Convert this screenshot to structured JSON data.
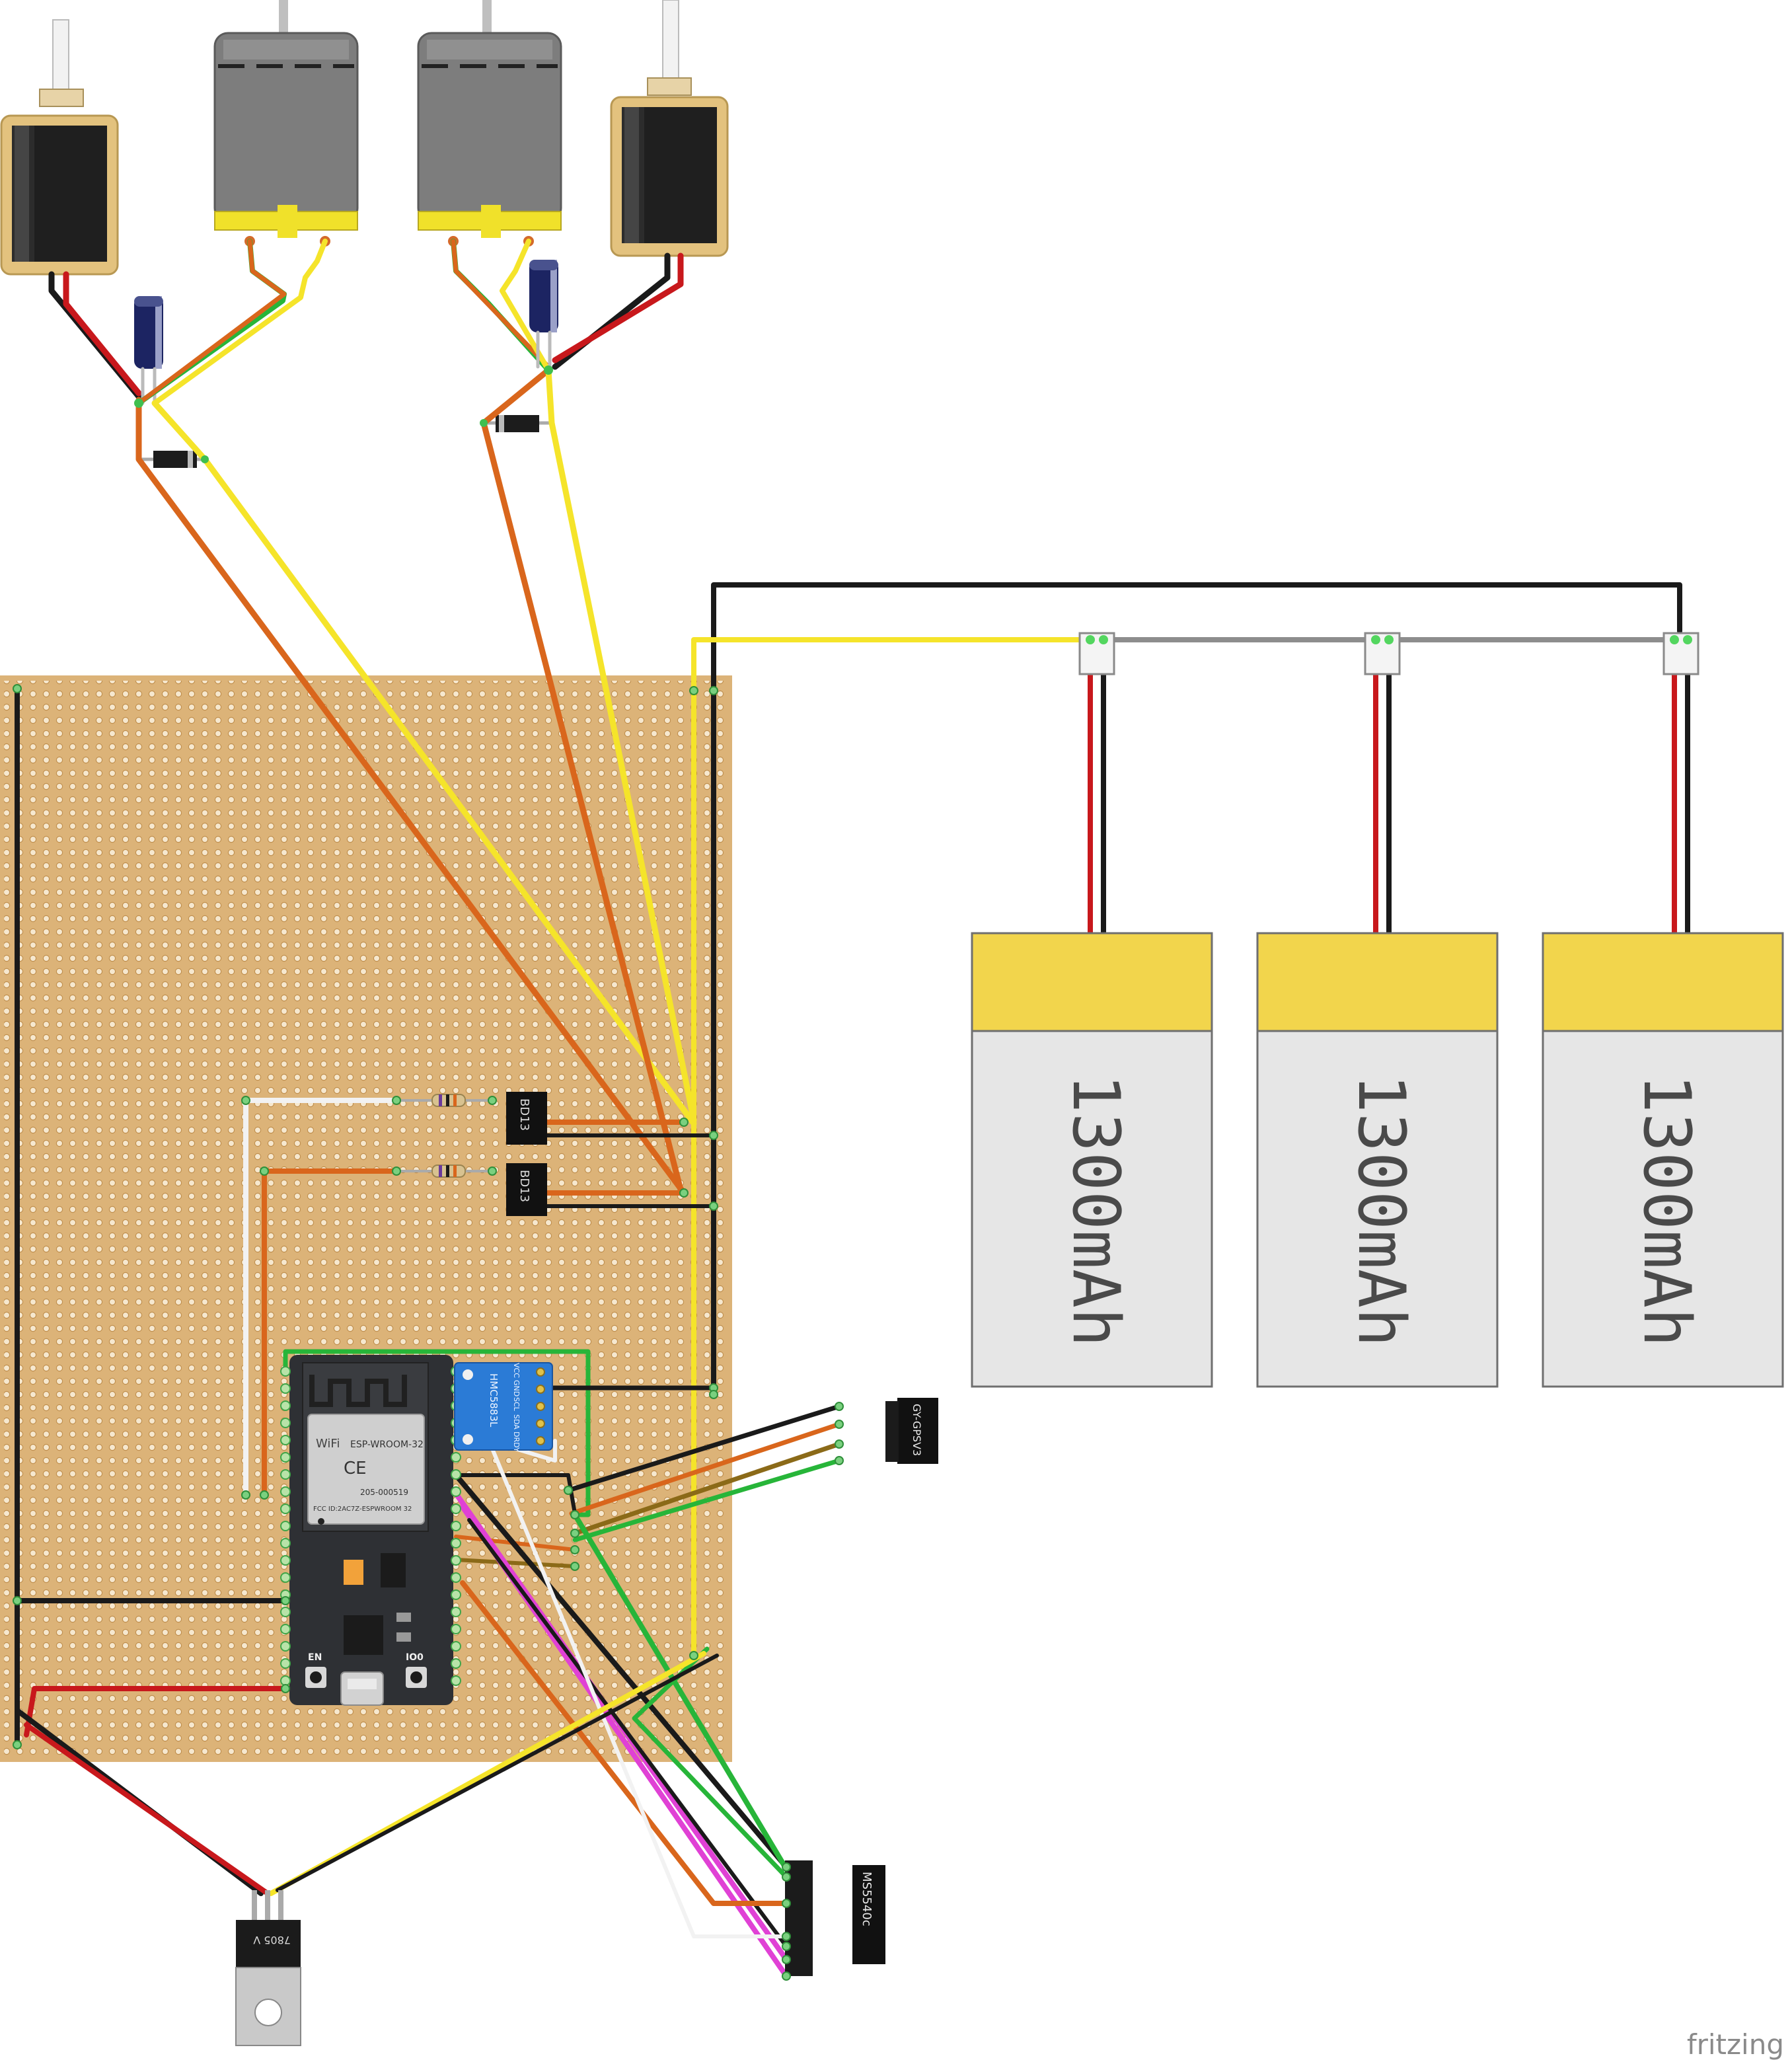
{
  "watermark": "fritzing",
  "batteries": [
    {
      "label": "1300mAh"
    },
    {
      "label": "1300mAh"
    },
    {
      "label": "1300mAh"
    }
  ],
  "transistors": [
    {
      "label": "BD13"
    },
    {
      "label": "BD13"
    }
  ],
  "esp32": {
    "module_name": "ESP-WROOM-32",
    "wifi_badge": "WiFi",
    "ce_mark": "CE",
    "cert_number": "205-000519",
    "fcc_id": "FCC ID:2AC7Z-ESPWROOM 32",
    "button_left": "EN",
    "button_right": "IO0"
  },
  "compass": {
    "name": "HMC5883L",
    "pins": [
      "VCC",
      "GND",
      "SCL",
      "SDA",
      "DRDY"
    ]
  },
  "gps": {
    "name": "GY-GPSV3"
  },
  "pressure": {
    "name": "MS5540c"
  },
  "regulator": {
    "name": "7805 V"
  },
  "colors": {
    "board": "#dcb378",
    "wire_black": "#1a1a1a",
    "wire_red": "#c8181c",
    "wire_yellow": "#f5e42a",
    "wire_orange": "#d9661c",
    "wire_green": "#27b539",
    "wire_pink": "#e041d5",
    "wire_white": "#f2f2f2",
    "battery_top": "#f2d54c",
    "battery_body": "#e6e6e6",
    "motor_gray": "#7d7d7d",
    "solenoid_frame": "#e3c27e",
    "esp_board": "#2e3034",
    "compass_blue": "#2b7bd6"
  }
}
